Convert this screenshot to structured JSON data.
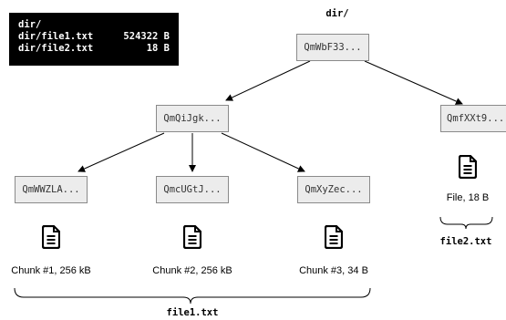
{
  "terminal": {
    "lines": [
      {
        "path": "dir/",
        "size": ""
      },
      {
        "path": "dir/file1.txt",
        "size": "524322 B"
      },
      {
        "path": "dir/file2.txt",
        "size": "18 B"
      }
    ]
  },
  "root": {
    "label": "dir/",
    "hash": "QmWbF33..."
  },
  "nodes": {
    "dir_file1": "QmQiJgk...",
    "file2": "QmfXXt9...",
    "chunk1": "QmWWZLA...",
    "chunk2": "QmcUGtJ...",
    "chunk3": "QmXyZec..."
  },
  "captions": {
    "chunk1": "Chunk #1, 256 kB",
    "chunk2": "Chunk #2, 256 kB",
    "chunk3": "Chunk #3, 34 B",
    "file2": "File, 18 B"
  },
  "braces": {
    "file1": "file1.txt",
    "file2": "file2.txt"
  },
  "icons": [
    "document-icon"
  ],
  "colors": {
    "node_fill": "#ececec",
    "node_border": "#8a8a8a",
    "terminal_bg": "#000000",
    "terminal_text": "#ffffff"
  }
}
